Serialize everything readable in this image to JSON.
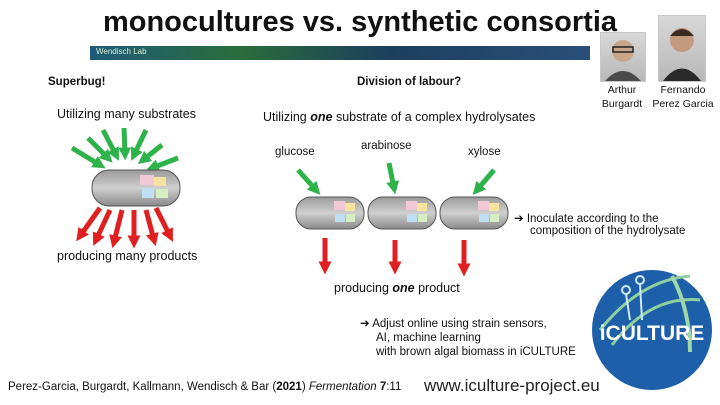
{
  "slide": {
    "title": "monocultures vs. synthetic consortia",
    "banner_text": "Wendisch Lab",
    "left": {
      "heading": "Superbug!",
      "top_label": "Utilizing many substrates",
      "bottom_label": "producing many products"
    },
    "right": {
      "heading": "Division of labour?",
      "subtitle_pre": "Utilizing ",
      "subtitle_em": "one",
      "subtitle_post": " substrate of a complex hydrolysates",
      "substrates": [
        "glucose",
        "arabinose",
        "xylose"
      ],
      "inoculate_line1": "Inoculate according to the",
      "inoculate_line2": "composition of the hydrolysate",
      "product_pre": "producing ",
      "product_em": "one",
      "product_post": " product",
      "adjust_line1": "Adjust online using strain sensors,",
      "adjust_line2": "AI, machine learning",
      "adjust_line3": "with brown algal biomass in iCULTURE"
    },
    "people": [
      {
        "first": "Arthur",
        "last": "Burgardt"
      },
      {
        "first": "Fernando",
        "last": "Perez Garcia"
      }
    ],
    "citation": {
      "authors": "Perez-Garcia, Burgardt, Kallmann, Wendisch & Bar (",
      "year": "2021",
      "close": ") ",
      "journal": "Fermentation",
      "volume": " 7",
      "page": ":11"
    },
    "logo_text": "iCULTURE",
    "website": "www.iculture-project.eu",
    "colors": {
      "green_arrow": "#2db34a",
      "red_arrow": "#e02020",
      "logo_blue": "#1d5fa8"
    }
  }
}
